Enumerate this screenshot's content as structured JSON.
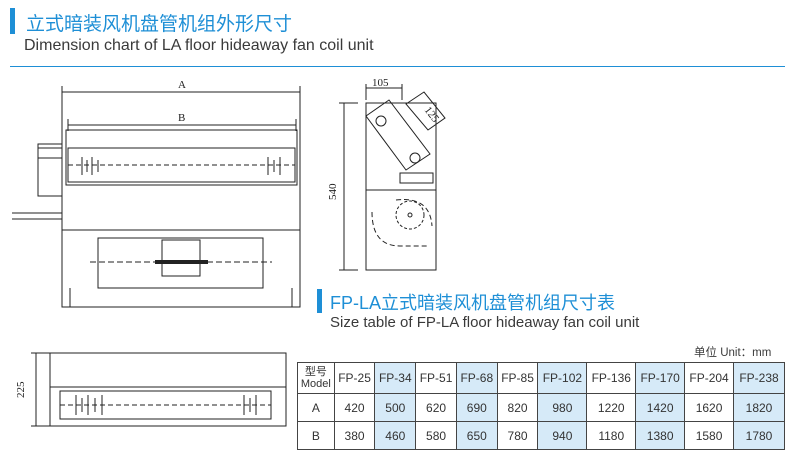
{
  "section1": {
    "title_cn": "立式暗装风机盘管机组外形尺寸",
    "title_en": "Dimension chart of LA floor hideaway fan coil unit"
  },
  "drawings": {
    "front": {
      "label_a": "A",
      "label_b": "B"
    },
    "side": {
      "label_105": "105",
      "label_125": "125",
      "label_540": "540"
    },
    "top": {
      "label_225": "225"
    }
  },
  "section2": {
    "title_cn": "FP-LA立式暗装风机盘管机组尺寸表",
    "title_en": "Size table of FP-LA floor hideaway fan coil unit",
    "unit_note": "单位 Unit：mm"
  },
  "size_table": {
    "header_label_cn": "型号",
    "header_label_en": "Model",
    "models": [
      "FP-25",
      "FP-34",
      "FP-51",
      "FP-68",
      "FP-85",
      "FP-102",
      "FP-136",
      "FP-170",
      "FP-204",
      "FP-238"
    ],
    "rows": [
      {
        "label": "A",
        "values": [
          "420",
          "500",
          "620",
          "690",
          "820",
          "980",
          "1220",
          "1420",
          "1620",
          "1820"
        ]
      },
      {
        "label": "B",
        "values": [
          "380",
          "460",
          "580",
          "650",
          "780",
          "940",
          "1180",
          "1380",
          "1580",
          "1780"
        ]
      }
    ]
  },
  "colors": {
    "accent": "#1e8fd6",
    "table_shade": "#d6eaf8",
    "text": "#3a3a3a"
  }
}
